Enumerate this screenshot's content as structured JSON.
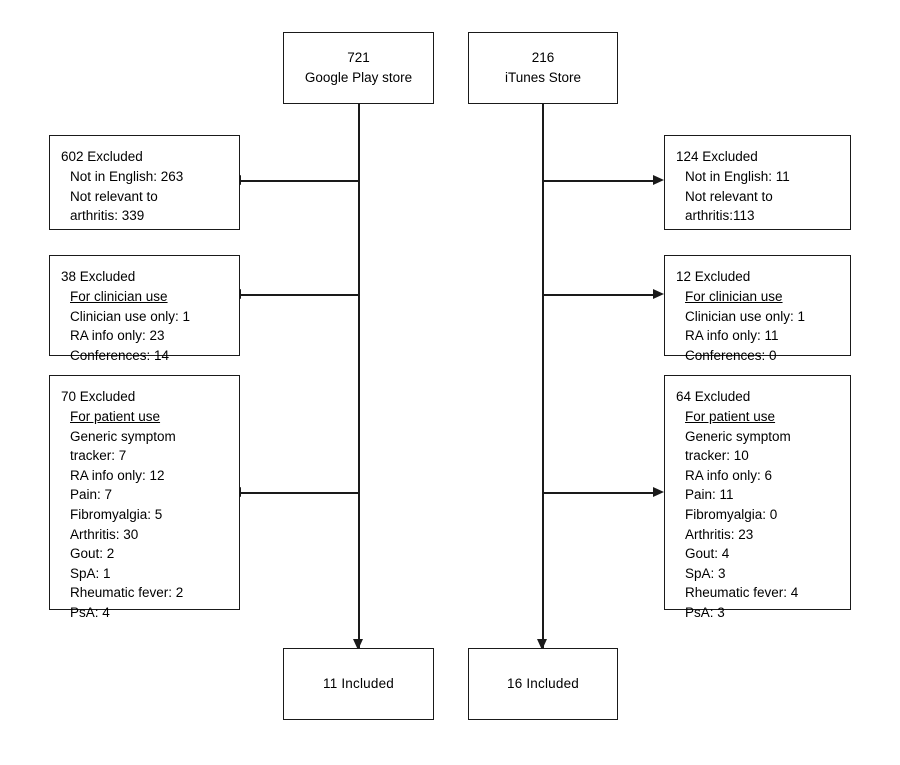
{
  "diagram": {
    "type": "flowchart",
    "title": "App selection flow diagram",
    "colors": {
      "stroke": "#1a1a1a",
      "background": "#ffffff",
      "text": "#000000"
    },
    "sources": [
      {
        "id": "google-play",
        "count": "721",
        "name": "Google Play store"
      },
      {
        "id": "itunes",
        "count": "216",
        "name": "iTunes Store"
      }
    ],
    "exclusions": {
      "google_play": [
        {
          "id": "language-relevance",
          "title": "602 Excluded",
          "lines": [
            {
              "text": "Not in English: 263",
              "underline": false
            },
            {
              "text": "Not relevant to",
              "underline": false
            },
            {
              "text": "arthritis: 339",
              "underline": false
            }
          ]
        },
        {
          "id": "clinician-use",
          "title": "38 Excluded",
          "lines": [
            {
              "text": "For clinician use",
              "underline": true
            },
            {
              "text": "Clinician use only: 1",
              "underline": false
            },
            {
              "text": "RA info only: 23",
              "underline": false
            },
            {
              "text": "Conferences: 14",
              "underline": false
            }
          ]
        },
        {
          "id": "patient-use",
          "title": "70 Excluded",
          "lines": [
            {
              "text": "For patient use",
              "underline": true
            },
            {
              "text": "Generic symptom",
              "underline": false
            },
            {
              "text": "tracker: 7",
              "underline": false
            },
            {
              "text": "RA info only: 12",
              "underline": false
            },
            {
              "text": "Pain: 7",
              "underline": false
            },
            {
              "text": "Fibromyalgia: 5",
              "underline": false
            },
            {
              "text": "Arthritis: 30",
              "underline": false
            },
            {
              "text": "Gout: 2",
              "underline": false
            },
            {
              "text": "SpA: 1",
              "underline": false
            },
            {
              "text": "Rheumatic fever: 2",
              "underline": false
            },
            {
              "text": "PsA: 4",
              "underline": false
            }
          ]
        }
      ],
      "itunes": [
        {
          "id": "language-relevance",
          "title": "124 Excluded",
          "lines": [
            {
              "text": "Not in English: 11",
              "underline": false
            },
            {
              "text": "Not relevant to",
              "underline": false
            },
            {
              "text": "arthritis:113",
              "underline": false
            }
          ]
        },
        {
          "id": "clinician-use",
          "title": "12 Excluded",
          "lines": [
            {
              "text": "For clinician use",
              "underline": true
            },
            {
              "text": "Clinician use only: 1",
              "underline": false
            },
            {
              "text": "RA info only: 11",
              "underline": false
            },
            {
              "text": "Conferences: 0",
              "underline": false
            }
          ]
        },
        {
          "id": "patient-use",
          "title": "64 Excluded",
          "lines": [
            {
              "text": "For patient use",
              "underline": true
            },
            {
              "text": "Generic symptom",
              "underline": false
            },
            {
              "text": "tracker: 10",
              "underline": false
            },
            {
              "text": "RA info only: 6",
              "underline": false
            },
            {
              "text": "Pain: 11",
              "underline": false
            },
            {
              "text": "Fibromyalgia: 0",
              "underline": false
            },
            {
              "text": "Arthritis: 23",
              "underline": false
            },
            {
              "text": "Gout: 4",
              "underline": false
            },
            {
              "text": "SpA: 3",
              "underline": false
            },
            {
              "text": "Rheumatic fever: 4",
              "underline": false
            },
            {
              "text": "PsA: 3",
              "underline": false
            }
          ]
        }
      ]
    },
    "included": [
      {
        "id": "google-play-included",
        "label": "11 Included"
      },
      {
        "id": "itunes-included",
        "label": "16 Included"
      }
    ]
  }
}
